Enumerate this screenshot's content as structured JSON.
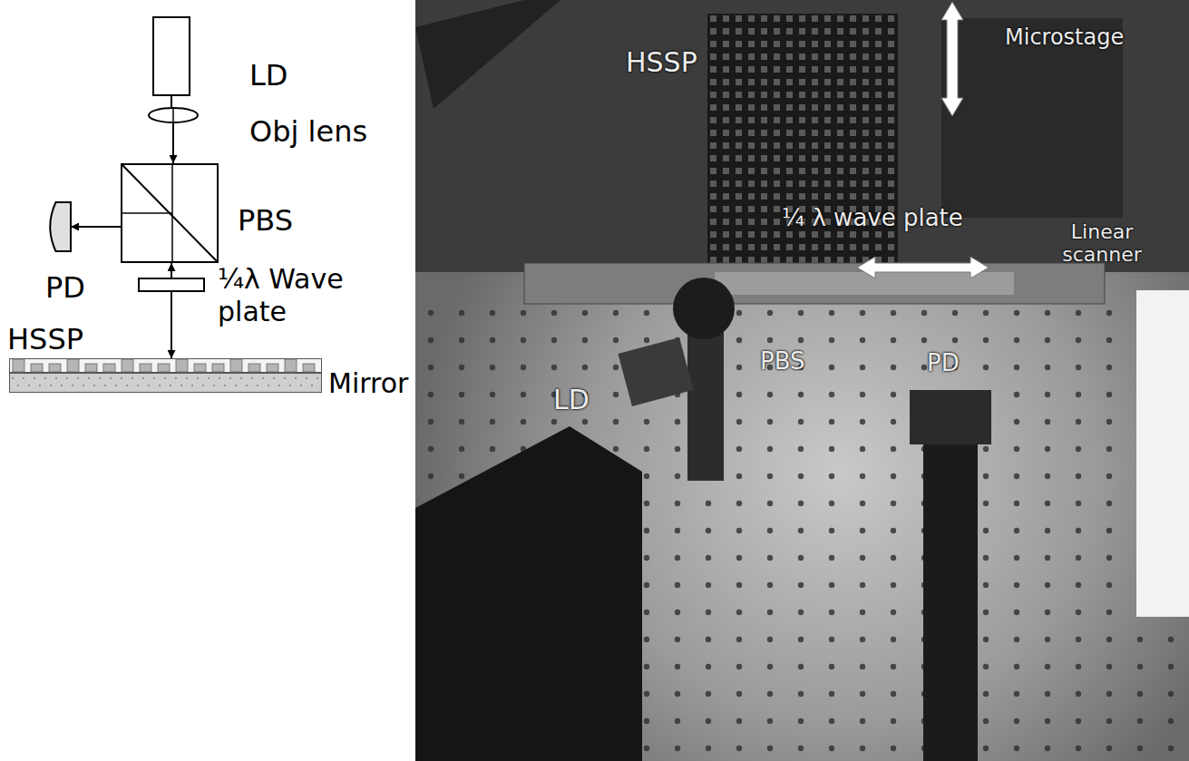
{
  "diagram": {
    "nodes": [
      {
        "text": [
          "LD"
        ]
      },
      {
        "text": [
          "Obj lens"
        ]
      },
      {
        "text": [
          "PBS"
        ]
      },
      {
        "text": [
          "PD"
        ]
      },
      {
        "text": [
          "¼λ Wave plate"
        ]
      },
      {
        "text": [
          "HSSP"
        ]
      },
      {
        "text": [
          "Mirror"
        ]
      }
    ],
    "edges": [
      {
        "from": 0,
        "to": 1,
        "arrow": "none"
      },
      {
        "from": 1,
        "to": 2,
        "arrow": "to"
      },
      {
        "from": 4,
        "to": 2,
        "arrow": "to"
      },
      {
        "from": 4,
        "to": 5,
        "arrow": "to"
      },
      {
        "from": 2,
        "to": 3,
        "arrow": "to"
      }
    ],
    "labels": [
      "HSSP",
      "Microstage",
      "Linear scanner",
      "¼ λ wave plate",
      "PBS",
      "LD",
      "PD"
    ]
  }
}
